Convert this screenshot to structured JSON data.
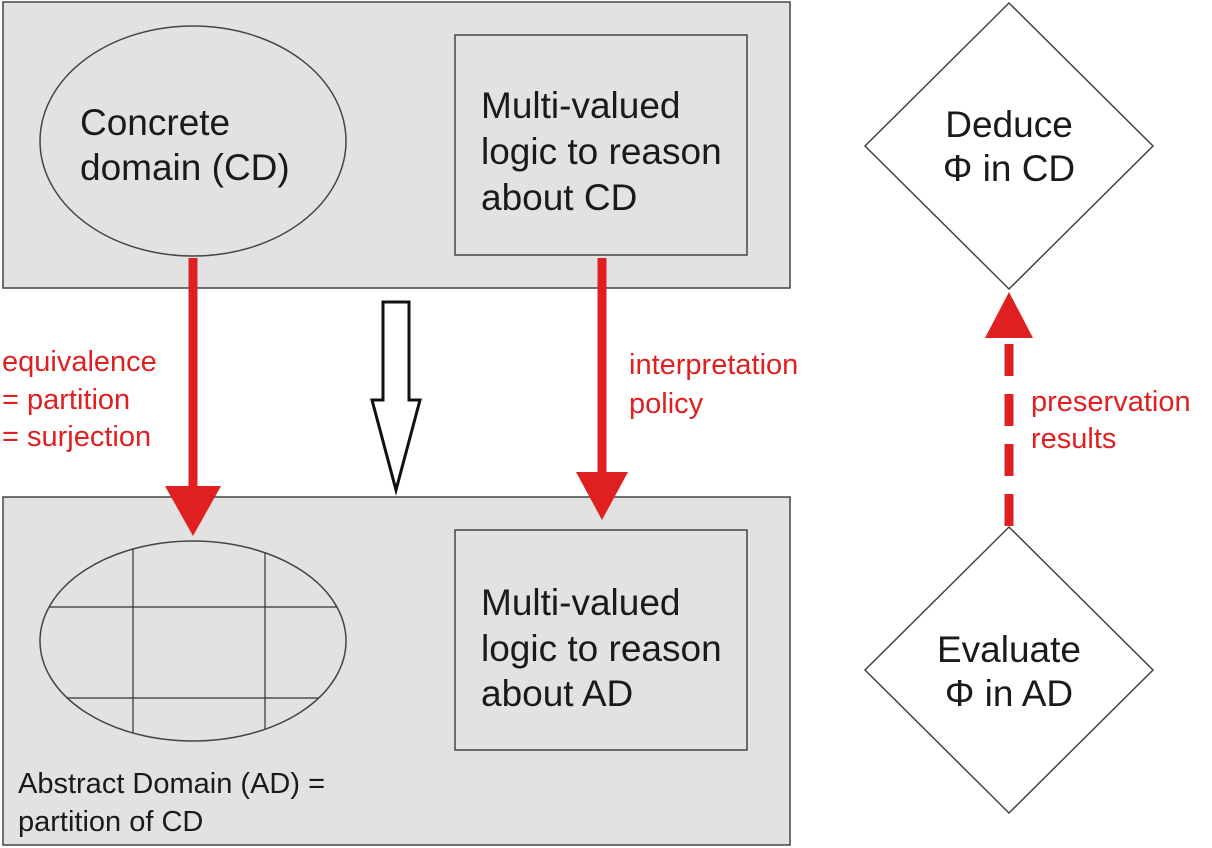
{
  "top_panel": {
    "ellipse_label": [
      "Concrete",
      "domain (CD)"
    ],
    "box_label": [
      "Multi-valued",
      "logic to reason",
      "about CD"
    ]
  },
  "bottom_panel": {
    "box_label": [
      "Multi-valued",
      "logic to reason",
      "about AD"
    ],
    "caption": [
      "Abstract Domain (AD) =",
      "partition of CD"
    ]
  },
  "left_arrow_label": [
    "equivalence",
    "= partition",
    "= surjection"
  ],
  "right_arrow_label": [
    "interpretation",
    "policy"
  ],
  "diamond_top": [
    "Deduce",
    "Φ in CD"
  ],
  "diamond_bottom": [
    "Evaluate",
    "Φ in AD"
  ],
  "dashed_arrow_label": [
    "preservation",
    "results"
  ],
  "colors": {
    "accent_red": "#e02020",
    "panel_gray": "#e2e2e2"
  }
}
